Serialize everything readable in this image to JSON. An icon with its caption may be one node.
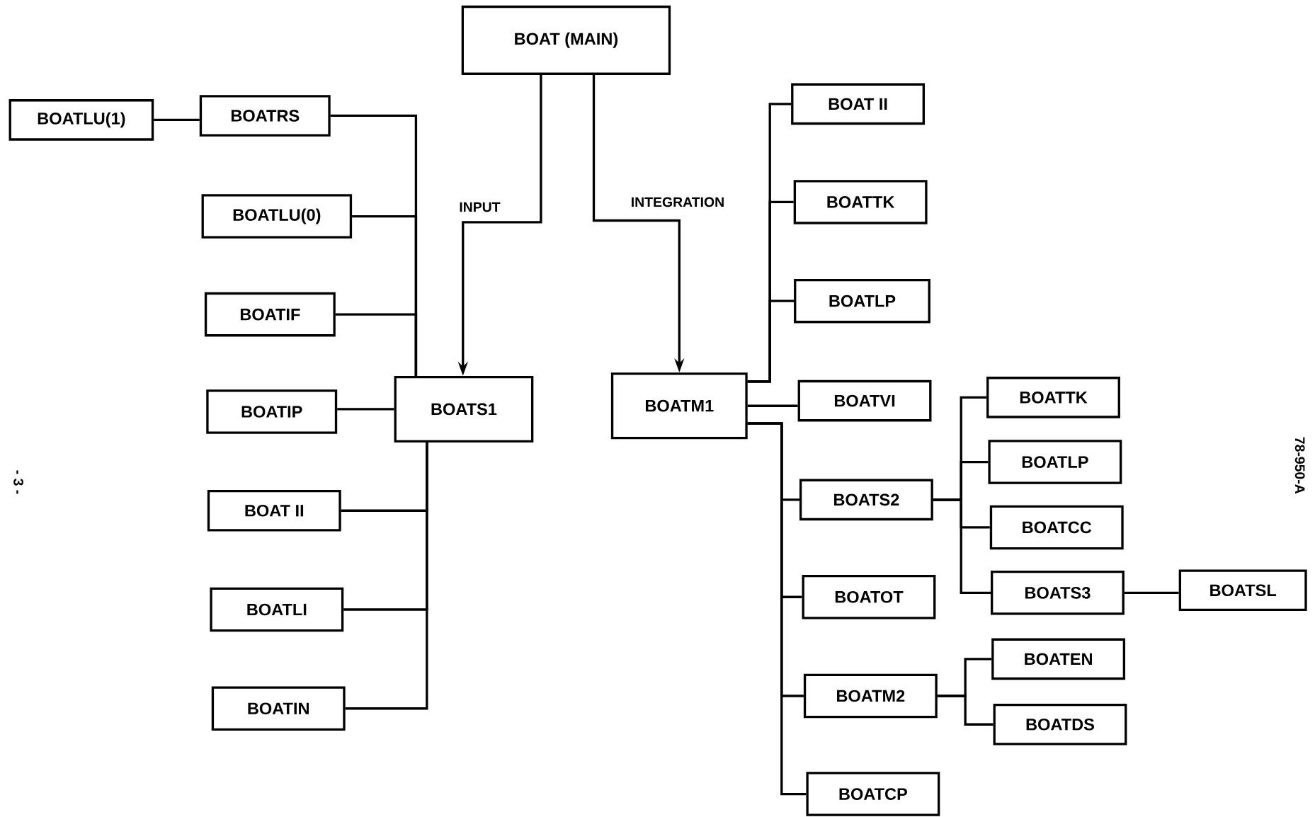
{
  "diagram": {
    "nodes": [
      {
        "text": [
          "BOAT (MAIN)"
        ]
      },
      {
        "text": [
          "BOATLU(1)"
        ]
      },
      {
        "text": [
          "BOATRS"
        ]
      },
      {
        "text": [
          "BOATLU(0)"
        ]
      },
      {
        "text": [
          "BOATIF"
        ]
      },
      {
        "text": [
          "BOATIP"
        ]
      },
      {
        "text": [
          "BOATS1"
        ]
      },
      {
        "text": [
          "BOAT II"
        ]
      },
      {
        "text": [
          "BOATLI"
        ]
      },
      {
        "text": [
          "BOATIN"
        ]
      },
      {
        "text": [
          "BOATM1"
        ]
      },
      {
        "text": [
          "BOAT II"
        ]
      },
      {
        "text": [
          "BOATTK"
        ]
      },
      {
        "text": [
          "BOATLP"
        ]
      },
      {
        "text": [
          "BOATVI"
        ]
      },
      {
        "text": [
          "BOATS2"
        ]
      },
      {
        "text": [
          "BOATOT"
        ]
      },
      {
        "text": [
          "BOATM2"
        ]
      },
      {
        "text": [
          "BOATCP"
        ]
      },
      {
        "text": [
          "BOATTK"
        ]
      },
      {
        "text": [
          "BOATLP"
        ]
      },
      {
        "text": [
          "BOATCC"
        ]
      },
      {
        "text": [
          "BOATS3"
        ]
      },
      {
        "text": [
          "BOATSL"
        ]
      },
      {
        "text": [
          "BOATEN"
        ]
      },
      {
        "text": [
          "BOATDS"
        ]
      }
    ],
    "edges": [
      {
        "from": 0,
        "to": 6,
        "arrow": "to",
        "label": "INPUT"
      },
      {
        "from": 0,
        "to": 10,
        "arrow": "to",
        "label": "INTEGRATION"
      },
      {
        "from": 1,
        "to": 2,
        "arrow": "none"
      },
      {
        "from": 6,
        "to": 2,
        "arrow": "none"
      },
      {
        "from": 6,
        "to": 3,
        "arrow": "none"
      },
      {
        "from": 6,
        "to": 4,
        "arrow": "none"
      },
      {
        "from": 6,
        "to": 5,
        "arrow": "none"
      },
      {
        "from": 6,
        "to": 7,
        "arrow": "none"
      },
      {
        "from": 6,
        "to": 8,
        "arrow": "none"
      },
      {
        "from": 6,
        "to": 9,
        "arrow": "none"
      },
      {
        "from": 10,
        "to": 11,
        "arrow": "none"
      },
      {
        "from": 10,
        "to": 12,
        "arrow": "none"
      },
      {
        "from": 10,
        "to": 13,
        "arrow": "none"
      },
      {
        "from": 10,
        "to": 14,
        "arrow": "none"
      },
      {
        "from": 10,
        "to": 15,
        "arrow": "none"
      },
      {
        "from": 10,
        "to": 16,
        "arrow": "none"
      },
      {
        "from": 10,
        "to": 17,
        "arrow": "none"
      },
      {
        "from": 10,
        "to": 18,
        "arrow": "none"
      },
      {
        "from": 15,
        "to": 19,
        "arrow": "none"
      },
      {
        "from": 15,
        "to": 20,
        "arrow": "none"
      },
      {
        "from": 15,
        "to": 21,
        "arrow": "none"
      },
      {
        "from": 15,
        "to": 22,
        "arrow": "none"
      },
      {
        "from": 22,
        "to": 23,
        "arrow": "none"
      },
      {
        "from": 17,
        "to": 24,
        "arrow": "none"
      },
      {
        "from": 17,
        "to": 25,
        "arrow": "none"
      }
    ],
    "labels": [
      "- 3 -",
      "78-950-A"
    ]
  }
}
